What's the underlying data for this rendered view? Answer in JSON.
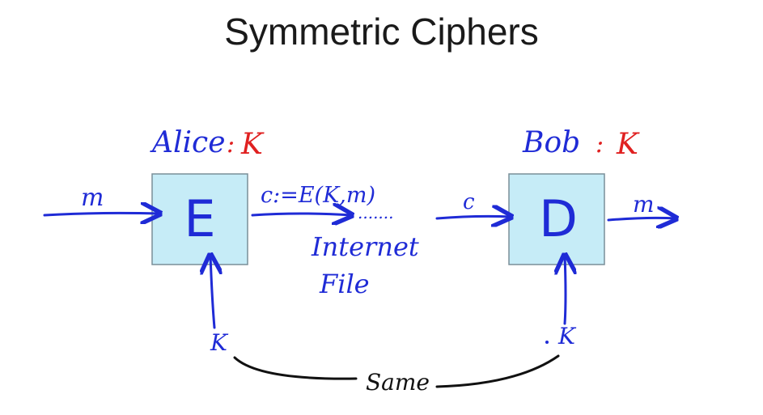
{
  "title": "Symmetric Ciphers",
  "colors": {
    "ink_blue": "#1f2bd6",
    "ink_red": "#e02020",
    "ink_black": "#111111",
    "box_fill": "#c6ecf7",
    "box_border": "#7a8f99"
  },
  "alice": {
    "name": "Alice",
    "separator": ":",
    "key": "K"
  },
  "bob": {
    "name": "Bob",
    "separator": ":",
    "key": "K"
  },
  "encrypt_box": {
    "letter": "E"
  },
  "decrypt_box": {
    "letter": "D"
  },
  "input_label": "m",
  "output_label": "m",
  "ciphertext_label": "c:=E(K,m)",
  "transit_dots": ".......",
  "ciphertext_short": "c",
  "channel_examples": [
    "Internet",
    "File"
  ],
  "key_label_left": "K",
  "key_label_right": "K",
  "same_label": "Same"
}
